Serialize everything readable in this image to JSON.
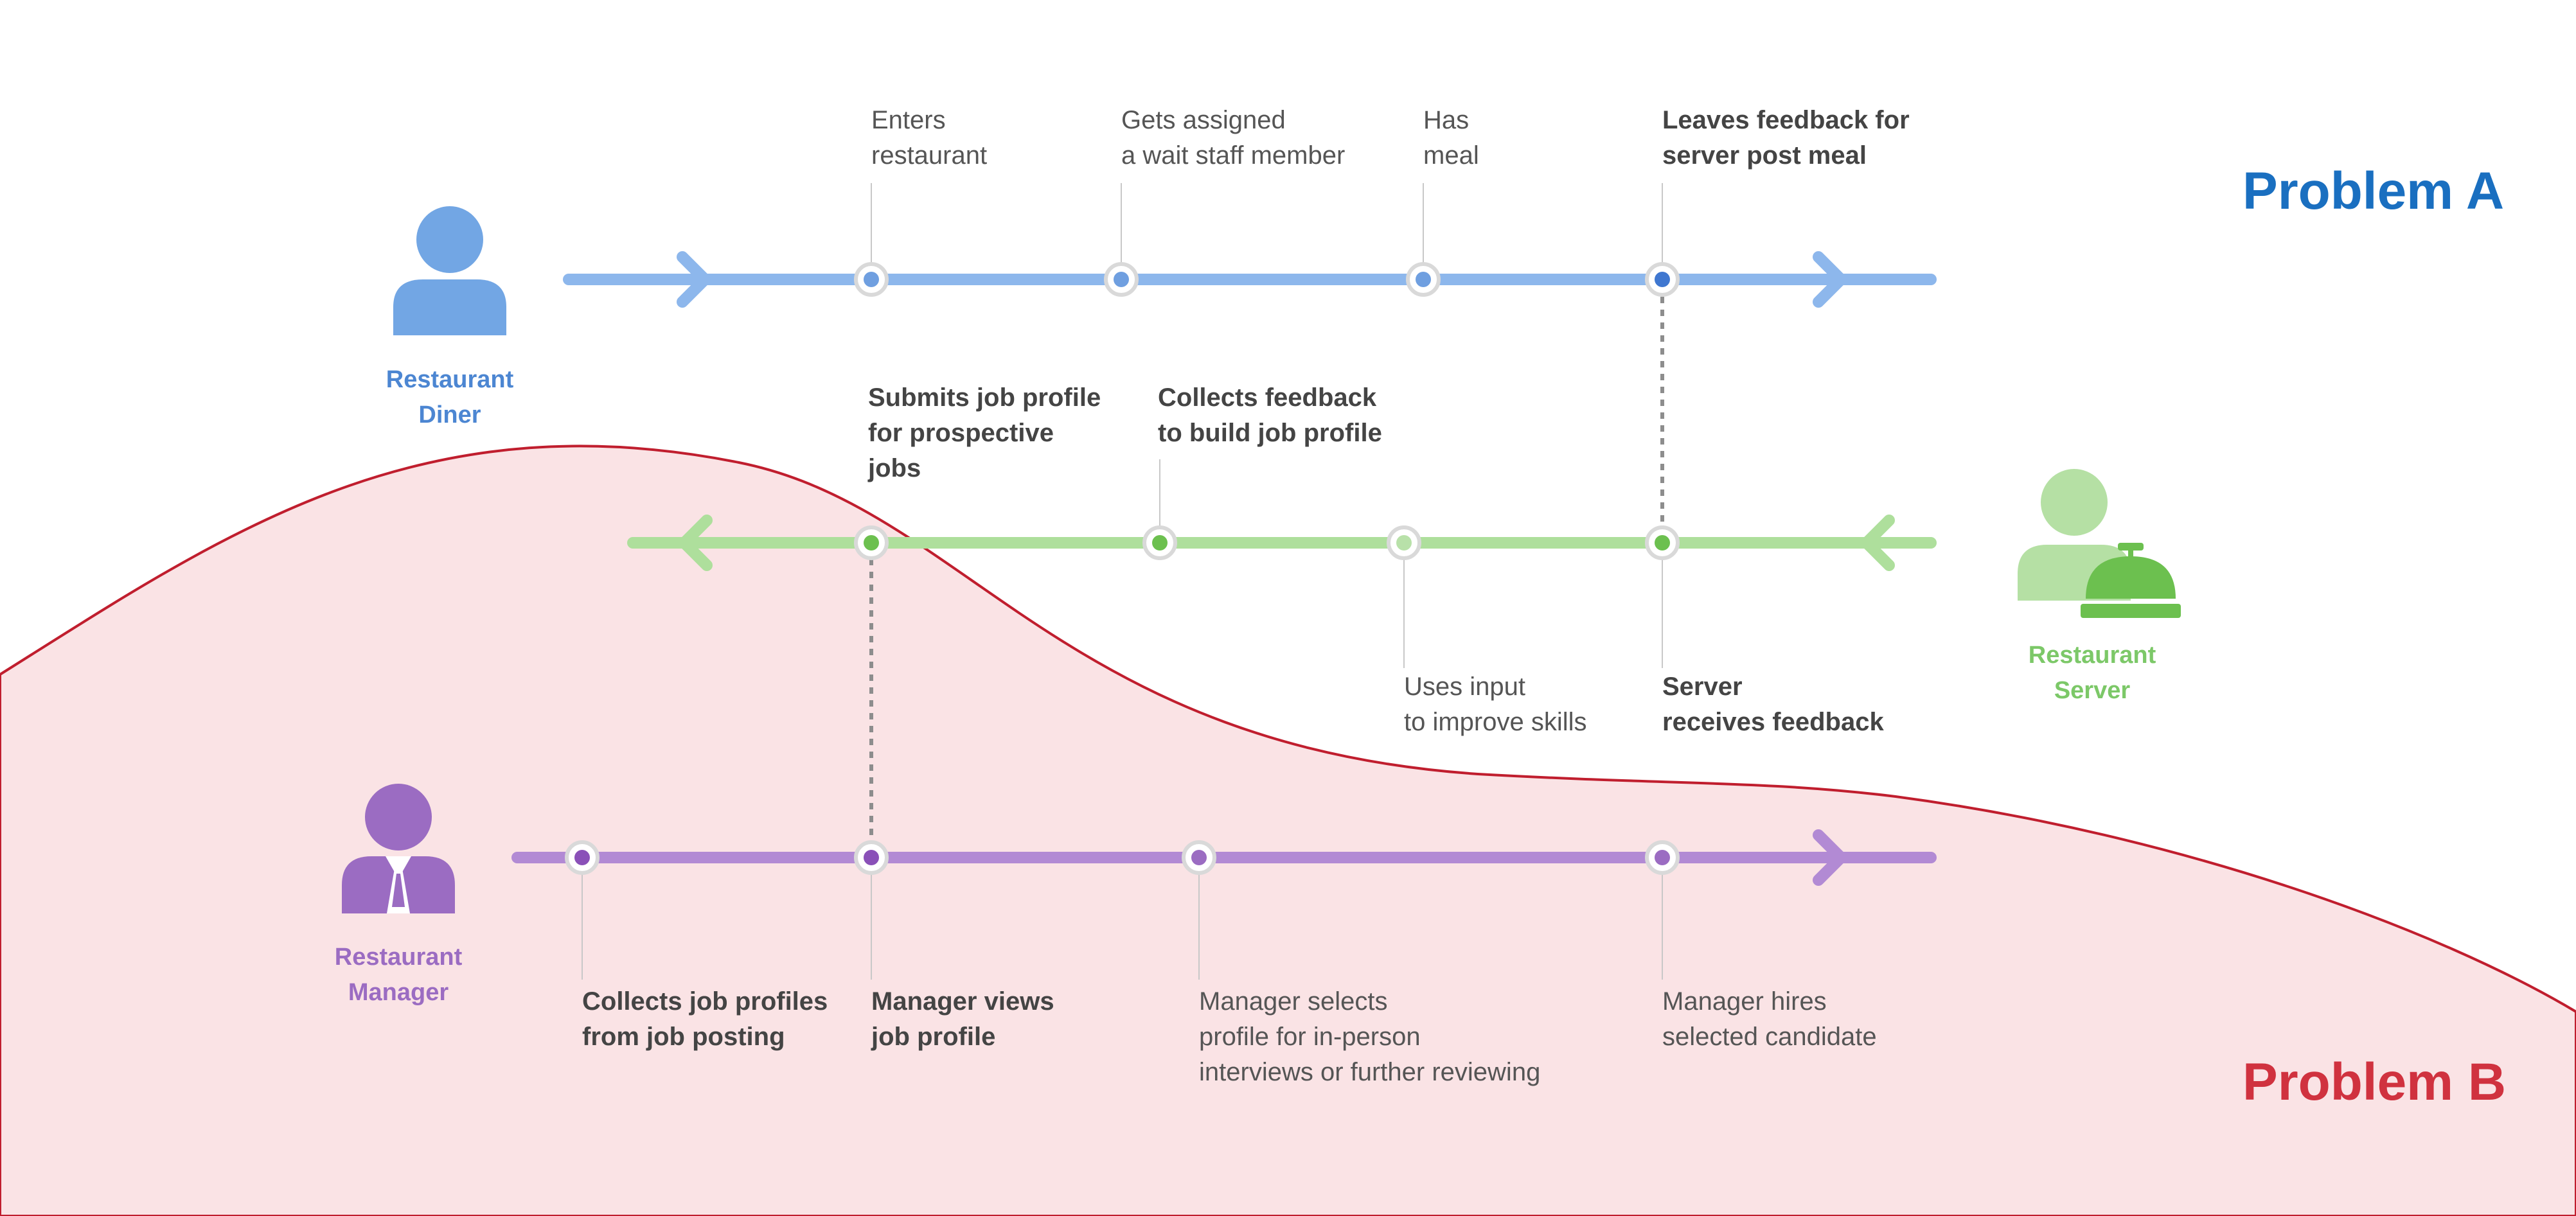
{
  "problems": {
    "a": "Problem A",
    "b": "Problem B"
  },
  "actors": {
    "diner": {
      "line1": "Restaurant",
      "line2": "Diner",
      "icon": "person-icon",
      "color": "#72a6e4"
    },
    "server": {
      "line1": "Restaurant",
      "line2": "Server",
      "icon": "service-bell-icon",
      "color": "#7cc868"
    },
    "manager": {
      "line1": "Restaurant",
      "line2": "Manager",
      "icon": "manager-tie-icon",
      "color": "#9b6cc2"
    }
  },
  "diner_steps": [
    {
      "line1": "Enters",
      "line2": "restaurant"
    },
    {
      "line1": "Gets assigned",
      "line2": "a wait staff member"
    },
    {
      "line1": "Has",
      "line2": "meal"
    },
    {
      "line1": "Leaves feedback for",
      "line2": "server post meal"
    }
  ],
  "server_steps": [
    {
      "line1": "Submits job profile",
      "line2": "for prospective",
      "line3": "jobs"
    },
    {
      "line1": "Collects feedback",
      "line2": "to build job profile"
    },
    {
      "line1": "Uses input",
      "line2": "to improve skills"
    },
    {
      "line1": "Server",
      "line2": "receives feedback"
    }
  ],
  "manager_steps": [
    {
      "line1": "Collects job profiles",
      "line2": "from job posting"
    },
    {
      "line1": "Manager views",
      "line2": "job profile"
    },
    {
      "line1": "Manager selects",
      "line2": "profile for in-person",
      "line3": "interviews or further reviewing"
    },
    {
      "line1": "Manager hires",
      "line2": "selected candidate"
    }
  ],
  "colors": {
    "problem_a": "#1a6fc0",
    "problem_b": "#d0323f",
    "region_fill": "#fae3e5",
    "region_stroke": "#c01e2e"
  }
}
